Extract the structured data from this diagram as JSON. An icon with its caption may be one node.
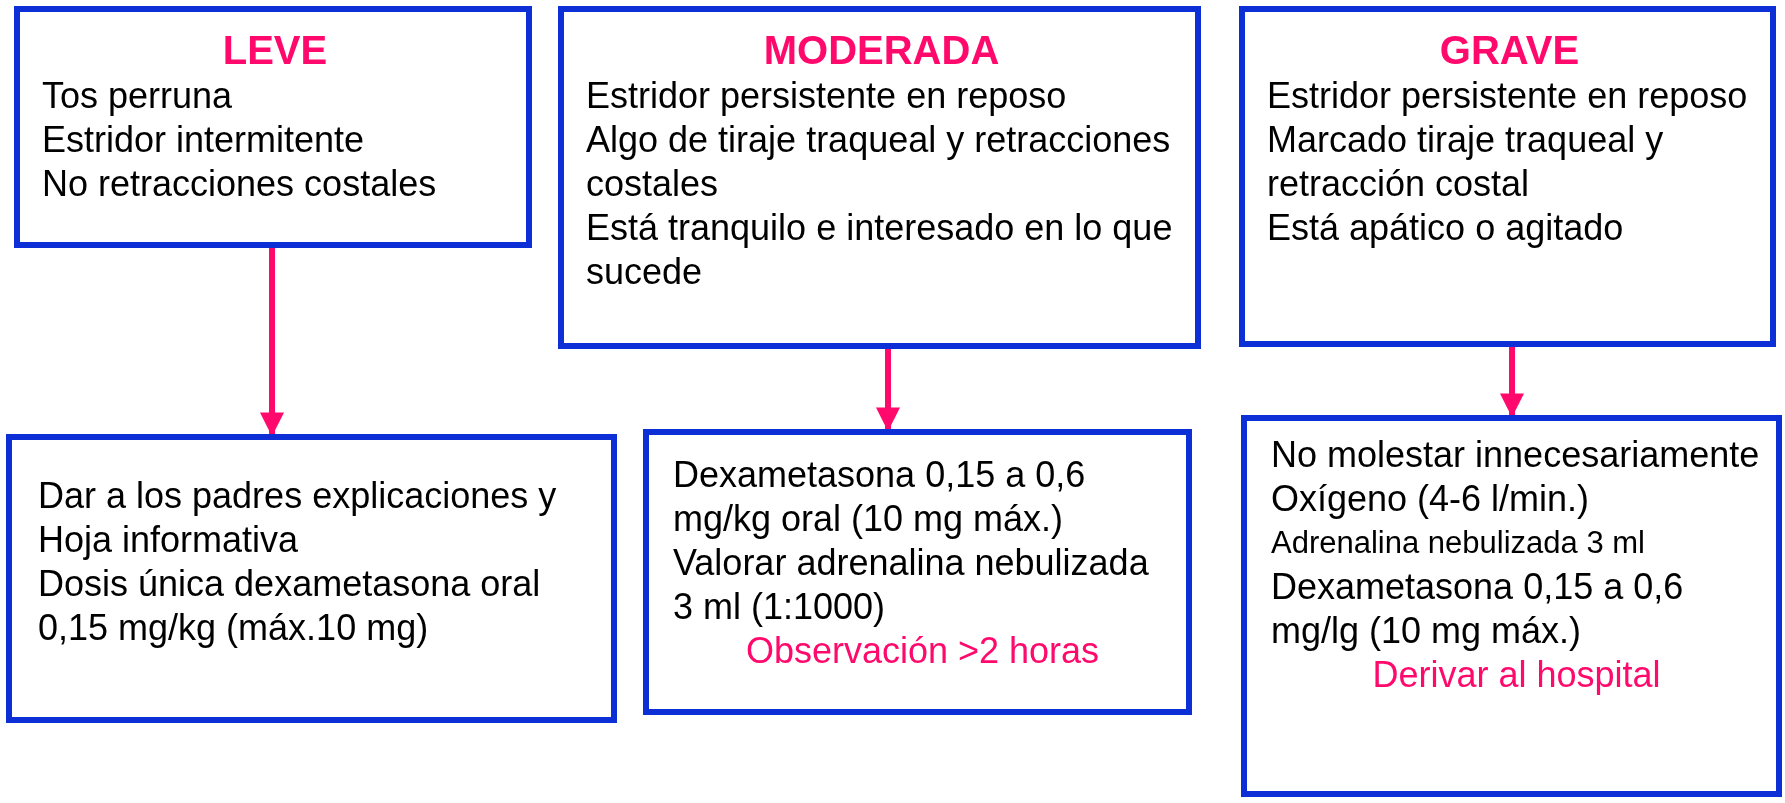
{
  "diagram": {
    "nodes": [
      {
        "text": [
          "LEVE",
          "Tos perruna",
          "Estridor intermitente",
          "No retracciones costales"
        ]
      },
      {
        "text": [
          "MODERADA",
          "Estridor persistente en reposo",
          "Algo de tiraje traqueal y retracciones costales",
          "Está tranquilo e interesado en lo que sucede"
        ]
      },
      {
        "text": [
          "GRAVE",
          "Estridor persistente en reposo",
          "Marcado tiraje traqueal y retracción costal",
          "Está apático o agitado"
        ]
      },
      {
        "text": [
          "Dar a los padres explicaciones y Hoja informativa",
          "Dosis única dexametasona oral 0,15 mg/kg (máx.10 mg)"
        ]
      },
      {
        "text": [
          "Dexametasona 0,15 a 0,6 mg/kg oral (10 mg máx.)",
          "Valorar adrenalina nebulizada 3 ml (1:1000)",
          "Observación >2 horas"
        ]
      },
      {
        "text": [
          "No molestar innecesariamente",
          "Oxígeno (4-6 l/min.)",
          "Adrenalina nebulizada 3 ml",
          "Dexametasona 0,15 a 0,6 mg/lg (10 mg máx.)",
          "Derivar al hospital"
        ]
      }
    ],
    "edges": [
      {
        "from": 0,
        "to": 3,
        "arrow": "to"
      },
      {
        "from": 1,
        "to": 4,
        "arrow": "to"
      },
      {
        "from": 2,
        "to": 5,
        "arrow": "to"
      }
    ]
  }
}
